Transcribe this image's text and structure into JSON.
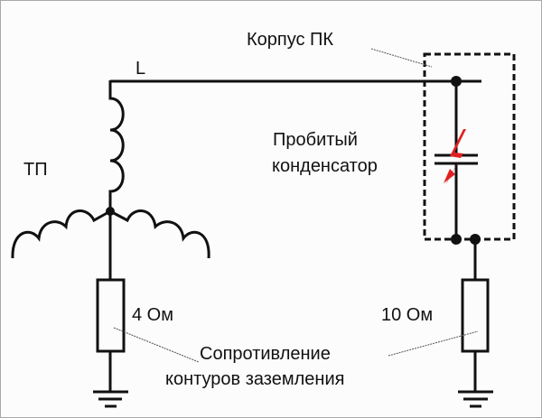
{
  "diagram": {
    "title": "Пробой конденсатора на корпус ПК",
    "colors": {
      "wire": "#111111",
      "spark": "#e02020",
      "leader": "#555555",
      "background": "#fcfcfc"
    },
    "labels": {
      "line": "L",
      "transformer": "ТП",
      "pc_case": "Корпус ПК",
      "capacitor_line1": "Пробитый",
      "capacitor_line2": "конденсатор",
      "r_left": "4 Ом",
      "r_right": "10 Ом",
      "grounding_line1": "Сопротивление",
      "grounding_line2": "контуров заземления"
    },
    "components": [
      {
        "id": "transformer",
        "type": "three-phase-star-winding",
        "label_key": "transformer"
      },
      {
        "id": "phase-line",
        "type": "wire",
        "label_key": "line"
      },
      {
        "id": "pc-case",
        "type": "dashed-enclosure",
        "label_key": "pc_case"
      },
      {
        "id": "capacitor",
        "type": "capacitor",
        "state": "broken-down",
        "label_key": "capacitor_line1"
      },
      {
        "id": "r-ground-tp",
        "type": "resistor",
        "value": "4 Ом"
      },
      {
        "id": "r-ground-pc",
        "type": "resistor",
        "value": "10 Ом"
      },
      {
        "id": "ground-left",
        "type": "ground"
      },
      {
        "id": "ground-right",
        "type": "ground"
      }
    ]
  }
}
